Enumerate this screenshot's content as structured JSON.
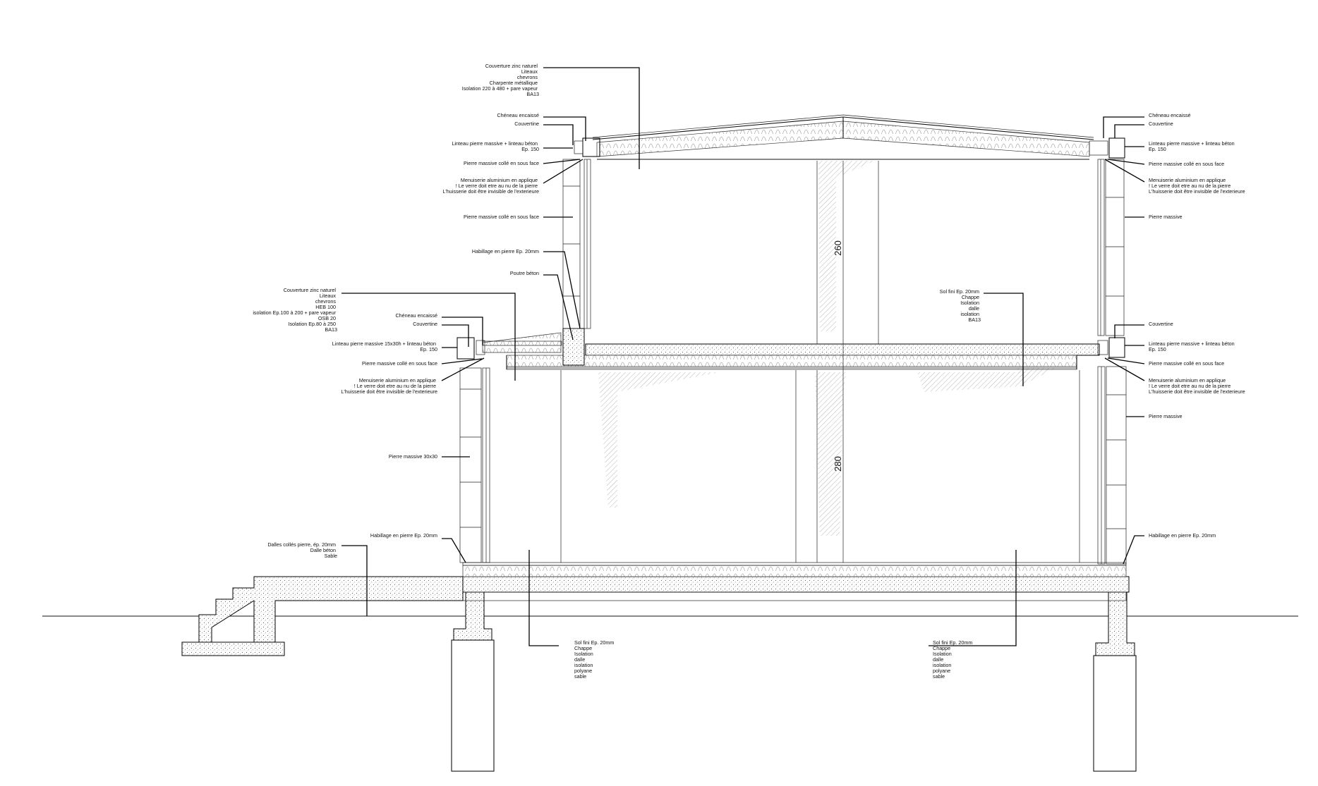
{
  "labels_left": [
    {
      "id": "l_roof",
      "lines": [
        "Couverture zinc naturel",
        "Liteaux",
        "chevrons",
        "Charpente métallique",
        "Isolation 220 à 480 + pare vapeur",
        "BA13"
      ]
    },
    {
      "id": "l_cheneau1",
      "lines": [
        "Chéneau encaissé"
      ]
    },
    {
      "id": "l_couvertine1",
      "lines": [
        "Couvertine"
      ]
    },
    {
      "id": "l_linteau1",
      "lines": [
        "Linteau pierre massive + linteau béton",
        "Ep. 150"
      ]
    },
    {
      "id": "l_pierre1",
      "lines": [
        "Pierre massive collé en sous face"
      ]
    },
    {
      "id": "l_menuiserie1",
      "lines": [
        "Menuiserie aluminium en applique",
        "! Le verre doit etre au nu de la pierre",
        "L'huisserie doit être invisible de l'exterieure"
      ]
    },
    {
      "id": "l_pierre2",
      "lines": [
        "Pierre massive collé en sous face"
      ]
    },
    {
      "id": "l_habillage1",
      "lines": [
        "Habillage en pierre Ep. 20mm"
      ]
    },
    {
      "id": "l_poutre",
      "lines": [
        "Poutre béton"
      ]
    },
    {
      "id": "l_roof2",
      "lines": [
        "Couverture zinc naturel",
        "Liteaux",
        "chevrons",
        "HEB 100",
        "isolation Ep.100 à 200 + pare vapeur",
        "OSB 20",
        "Isolation Ep.80 à 250",
        "BA13"
      ]
    },
    {
      "id": "l_cheneau2",
      "lines": [
        "Chéneau encaissé"
      ]
    },
    {
      "id": "l_couvertine2",
      "lines": [
        "Couvertine"
      ]
    },
    {
      "id": "l_linteau2",
      "lines": [
        "Linteau pierre massive 15x30h + linteau béton",
        "Ep. 150"
      ]
    },
    {
      "id": "l_pierre3",
      "lines": [
        "Pierre massive collé en sous face"
      ]
    },
    {
      "id": "l_menuiserie2",
      "lines": [
        "Menuiserie aluminium en applique",
        "! Le verre doit etre au nu de la pierre",
        "L'huisserie doit être invisible de l'exterieure"
      ]
    },
    {
      "id": "l_pierre30",
      "lines": [
        "Pierre massive 30x30"
      ]
    },
    {
      "id": "l_habillage2",
      "lines": [
        "Habillage en pierre Ep. 20mm"
      ]
    },
    {
      "id": "l_dalles",
      "lines": [
        "Dalles collés pierre, ép. 20mm",
        "Dalle béton",
        "Sable"
      ]
    }
  ],
  "labels_right": [
    {
      "id": "r_cheneau",
      "lines": [
        "Chéneau encaissé"
      ]
    },
    {
      "id": "r_couvertine",
      "lines": [
        "Couvertine"
      ]
    },
    {
      "id": "r_linteau1",
      "lines": [
        "Linteau pierre massive + linteau béton",
        "Ep. 150"
      ]
    },
    {
      "id": "r_pierre1",
      "lines": [
        "Pierre massive collé en sous face"
      ]
    },
    {
      "id": "r_menuiserie1",
      "lines": [
        "Menuiserie aluminium en applique",
        "! Le verre doit etre au nu de la pierre",
        "L'huisserie doit être invisible de l'exterieure"
      ]
    },
    {
      "id": "r_pierre_massive1",
      "lines": [
        "Pierre massive"
      ]
    },
    {
      "id": "r_couvertine2",
      "lines": [
        "Couvertine"
      ]
    },
    {
      "id": "r_linteau2",
      "lines": [
        "Linteau pierre massive + linteau béton",
        "Ep. 150"
      ]
    },
    {
      "id": "r_pierre2",
      "lines": [
        "Pierre massive collé en sous face"
      ]
    },
    {
      "id": "r_menuiserie2",
      "lines": [
        "Menuiserie aluminium en applique",
        "! Le verre doit etre au nu de la pierre",
        "L'huisserie doit être invisible de l'exterieure"
      ]
    },
    {
      "id": "r_pierre_massive2",
      "lines": [
        "Pierre massive"
      ]
    },
    {
      "id": "r_habillage",
      "lines": [
        "Habillage en pierre Ep. 20mm"
      ]
    }
  ],
  "labels_center": [
    {
      "id": "c_solfini_upper",
      "lines": [
        "Sol fini Ep. 20mm",
        "Chappe",
        "Isolation",
        "dalle",
        "isolation",
        "BA13"
      ]
    },
    {
      "id": "c_solfini_left",
      "lines": [
        "Sol fini Ep. 20mm",
        "Chappe",
        "Isolation",
        "dalle",
        "isolation",
        "polyane",
        "sable"
      ]
    },
    {
      "id": "c_solfini_right",
      "lines": [
        "Sol fini Ep. 20mm",
        "Chappe",
        "Isolation",
        "dalle",
        "isolation",
        "polyane",
        "sable"
      ]
    }
  ],
  "dimensions": {
    "upper_height": "260",
    "lower_height": "280"
  }
}
